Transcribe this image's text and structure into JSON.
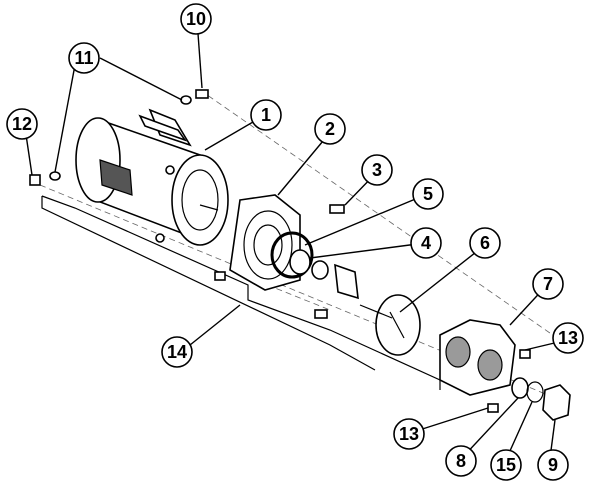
{
  "callouts": [
    {
      "id": "1",
      "label": "1"
    },
    {
      "id": "2",
      "label": "2"
    },
    {
      "id": "3",
      "label": "3"
    },
    {
      "id": "4",
      "label": "4"
    },
    {
      "id": "5",
      "label": "5"
    },
    {
      "id": "6",
      "label": "6"
    },
    {
      "id": "7",
      "label": "7"
    },
    {
      "id": "8",
      "label": "8"
    },
    {
      "id": "9",
      "label": "9"
    },
    {
      "id": "10",
      "label": "10"
    },
    {
      "id": "11",
      "label": "11"
    },
    {
      "id": "12",
      "label": "12"
    },
    {
      "id": "13a",
      "label": "13"
    },
    {
      "id": "13b",
      "label": "13"
    },
    {
      "id": "14",
      "label": "14"
    },
    {
      "id": "15",
      "label": "15"
    }
  ],
  "colors": {
    "line": "#000000",
    "background": "#ffffff",
    "shade": "#9a9a9a"
  }
}
